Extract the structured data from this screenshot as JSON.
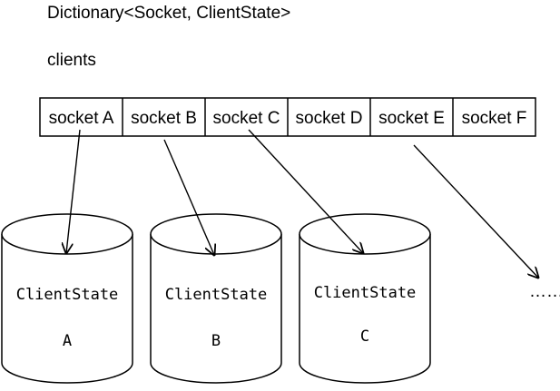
{
  "header": {
    "type_label": "Dictionary<Socket, ClientState>",
    "name_label": "clients"
  },
  "sockets": [
    "socket A",
    "socket B",
    "socket C",
    "socket D",
    "socket E",
    "socket F"
  ],
  "cylinders": [
    {
      "title": "ClientState",
      "letter": "A"
    },
    {
      "title": "ClientState",
      "letter": "B"
    },
    {
      "title": "ClientState",
      "letter": "C"
    }
  ],
  "ellipsis": "……",
  "colors": {
    "stroke": "#000000",
    "background": "#ffffff"
  }
}
